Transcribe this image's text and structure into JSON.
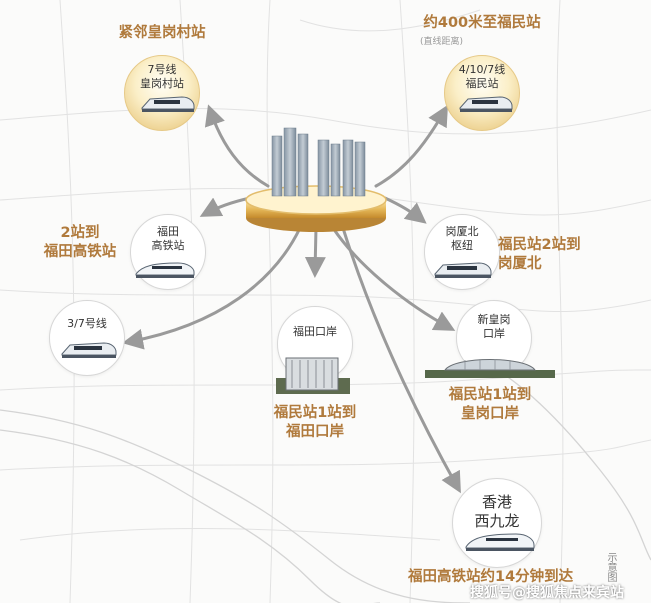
{
  "stations": [
    {
      "id": "huanggangcun",
      "caption": "紧邻皇岗村站",
      "node_label": "7号线\n皇岗村站",
      "style": "gold"
    },
    {
      "id": "fumin",
      "caption": "约400米至福民站",
      "caption_note": "(直线距离)",
      "node_label": "4/10/7线\n福民站",
      "style": "gold"
    },
    {
      "id": "futian-hsr",
      "caption": "2站到\n福田高铁站",
      "node_label": "福田\n高铁站",
      "style": "white"
    },
    {
      "id": "gangxiabei",
      "caption": "福民站2站到\n岗厦北",
      "node_label": "岗厦北\n枢纽",
      "style": "white"
    },
    {
      "id": "line37",
      "node_label": "3/7号线",
      "style": "white"
    },
    {
      "id": "futian-port",
      "caption": "福民站1站到\n福田口岸",
      "node_label": "福田口岸",
      "style": "white"
    },
    {
      "id": "new-huanggang-port",
      "caption": "福民站1站到\n皇岗口岸",
      "node_label": "新皇岗\n口岸",
      "style": "white"
    },
    {
      "id": "west-kowloon",
      "caption": "福田高铁站约14分钟到达",
      "node_label": "香港\n西九龙",
      "style": "white"
    }
  ],
  "side_note": "示意图",
  "watermark": "搜狐号@搜狐焦点来宾站",
  "colors": {
    "accent": "#b07a3c",
    "arrow": "#9a9a9a",
    "gold": "#e6c987"
  }
}
